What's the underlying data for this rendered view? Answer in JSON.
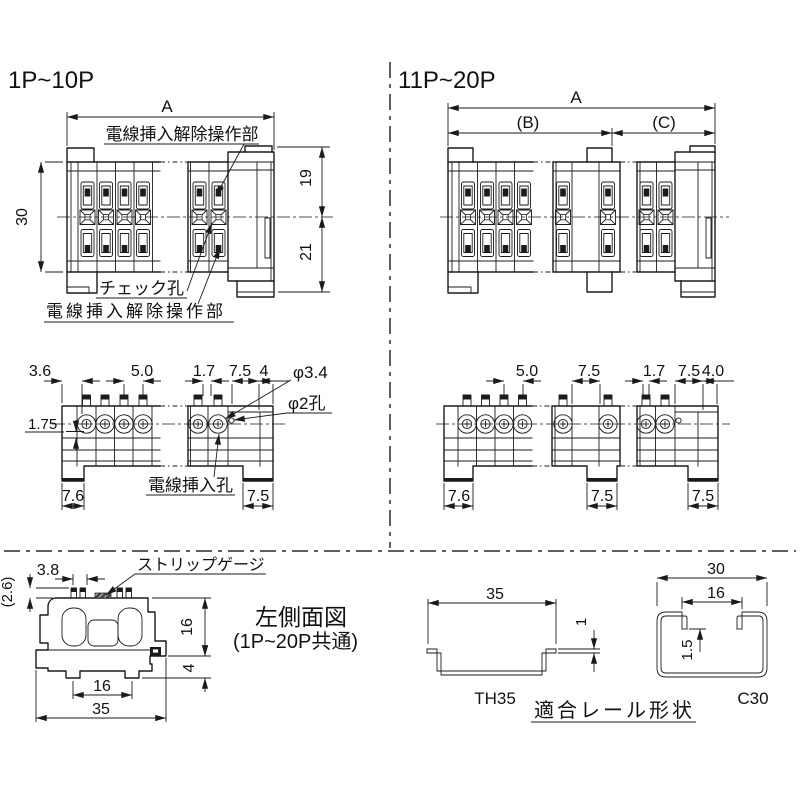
{
  "front_1p_10p": {
    "title": "1P~10P",
    "dim_width": "A",
    "label_release_top": "電線挿入解除操作部",
    "dim_height_total": "30",
    "dim_upper": "19",
    "dim_lower": "21",
    "label_check_hole": "チェック孔",
    "label_release_bottom": "電線挿入解除操作部"
  },
  "front_11p_20p": {
    "title": "11P~20P",
    "dim_width": "A",
    "dim_b": "(B)",
    "dim_c": "(C)"
  },
  "bottom_1p_10p": {
    "dim_3_6": "3.6",
    "dim_5_0": "5.0",
    "dim_1_7": "1.7",
    "dim_7_5_top": "7.5",
    "dim_4": "4",
    "dim_phi_3_4": "φ3.4",
    "dim_phi_2_hole": "φ2孔",
    "dim_1_75": "1.75",
    "label_wire_hole": "電線挿入孔",
    "dim_foot_left": "7.6",
    "dim_foot_right": "7.5"
  },
  "bottom_11p_20p": {
    "dim_5_0": "5.0",
    "dim_7_5_mid": "7.5",
    "dim_1_7": "1.7",
    "dim_7_5_right": "7.5",
    "dim_4_0": "4.0",
    "dim_foot_left": "7.6",
    "dim_foot_mid": "7.5",
    "dim_foot_right": "7.5"
  },
  "side_view": {
    "label_strip_gauge": "ストリップゲージ",
    "dim_3_8": "3.8",
    "dim_2_6": "(2.6)",
    "dim_height_16": "16",
    "dim_4": "4",
    "dim_width_16": "16",
    "dim_35": "35",
    "caption": "左側面図",
    "caption2": "(1P~20P共通)"
  },
  "rails": {
    "th35_width": "35",
    "th35_thickness": "1",
    "th35_label": "TH35",
    "c30_width": "30",
    "c30_opening": "16",
    "c30_thickness": "1.5",
    "c30_label": "C30",
    "caption": "適合レール形状"
  }
}
